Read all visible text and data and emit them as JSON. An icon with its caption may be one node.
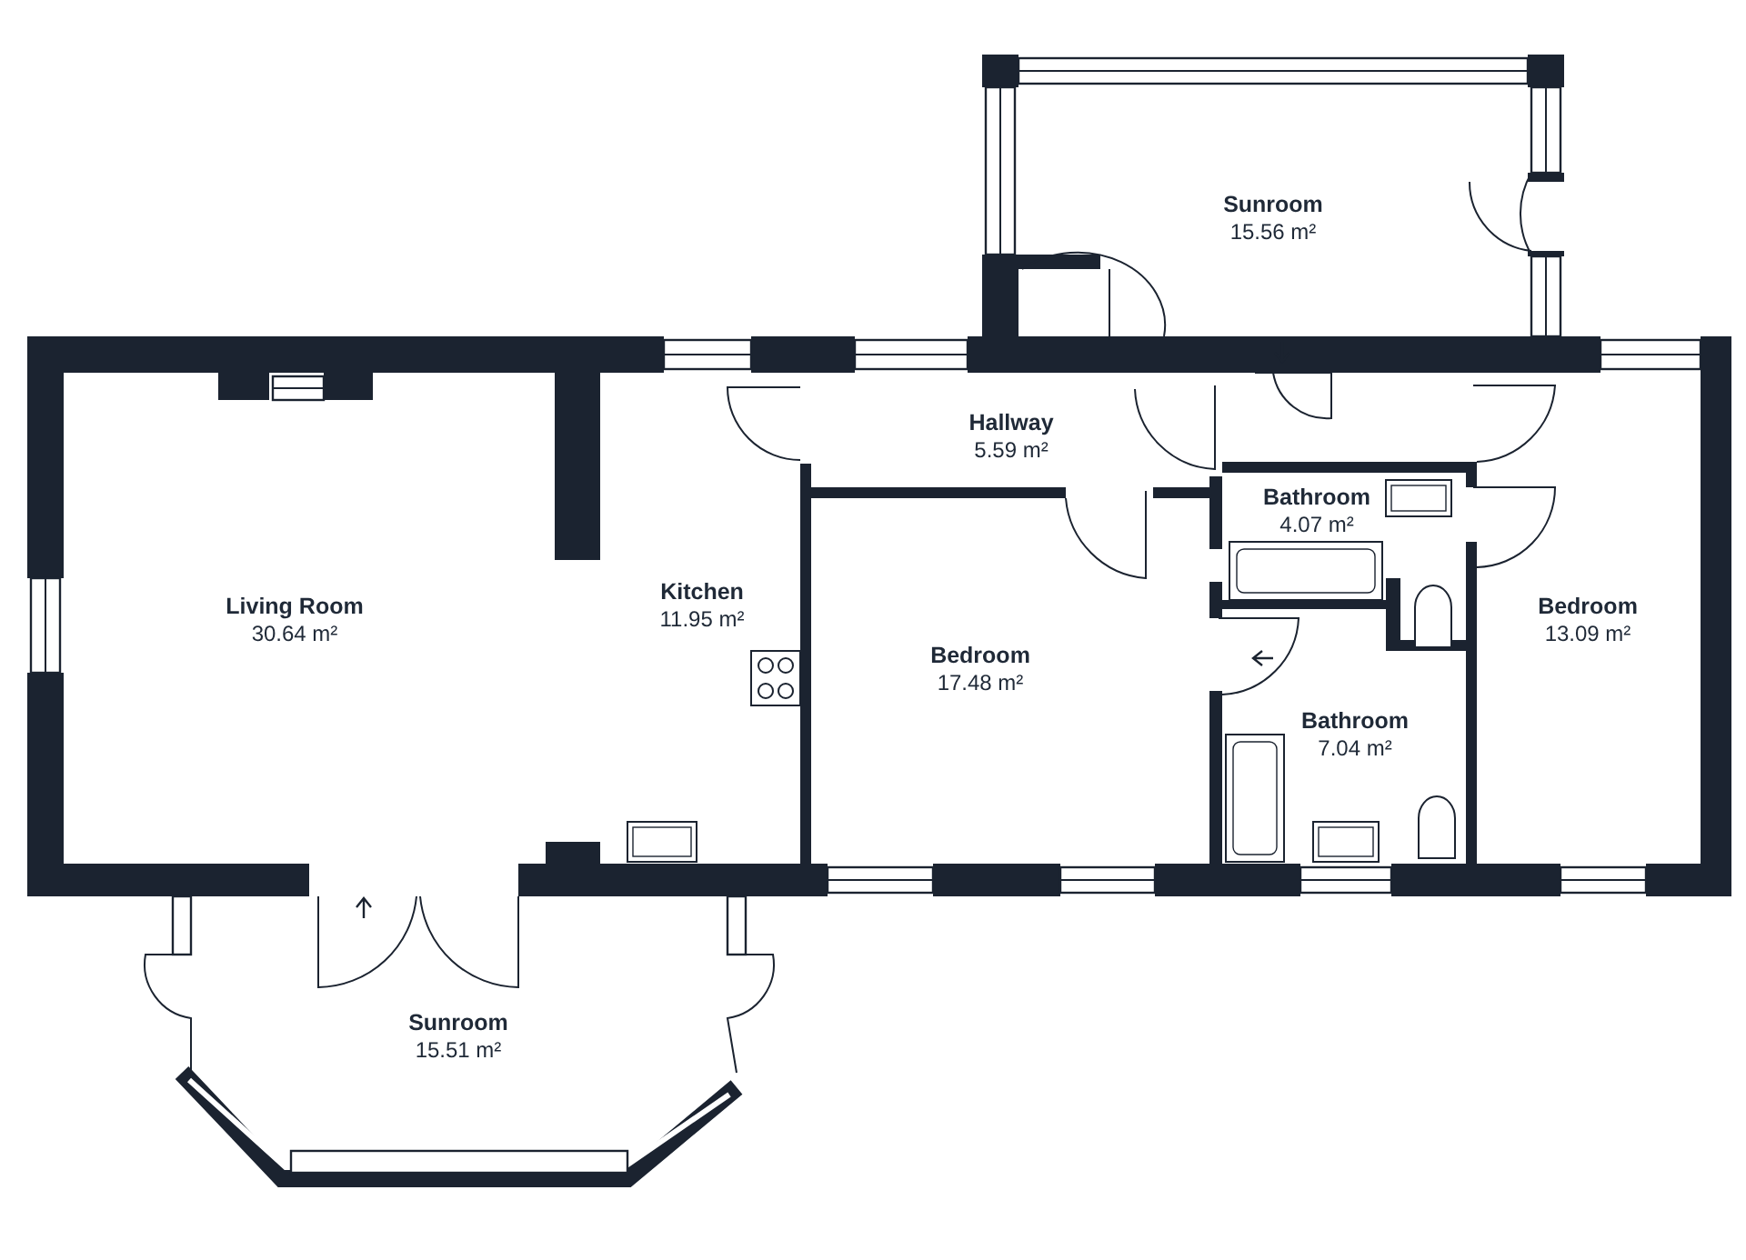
{
  "diagram": {
    "nodes": [
      {
        "text": [
          "Sunroom",
          "15.56 m²"
        ]
      },
      {
        "text": [
          "Hallway",
          "5.59 m²"
        ]
      },
      {
        "text": [
          "Living Room",
          "30.64 m²"
        ]
      },
      {
        "text": [
          "Kitchen",
          "11.95 m²"
        ]
      },
      {
        "text": [
          "Bathroom",
          "4.07 m²"
        ]
      },
      {
        "text": [
          "Bedroom",
          "13.09 m²"
        ]
      },
      {
        "text": [
          "Bedroom",
          "17.48 m²"
        ]
      },
      {
        "text": [
          "Bathroom",
          "7.04 m²"
        ]
      },
      {
        "text": [
          "Sunroom",
          "15.51 m²"
        ]
      }
    ]
  }
}
